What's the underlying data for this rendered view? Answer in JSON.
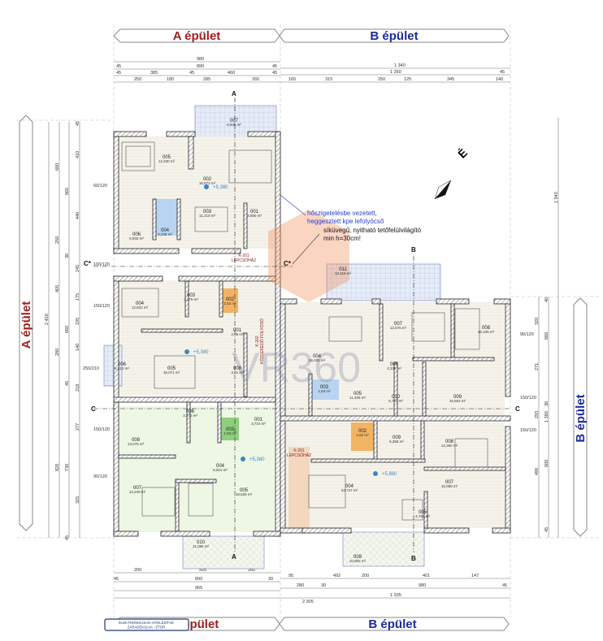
{
  "buildings": {
    "a_label": "A épület",
    "b_label": "B épület"
  },
  "stamp": {
    "line1": "ELEKTRONIKUSAN HITELESÍTVE",
    "line2": "ZÁRADÉKOLVA - ÉTDR"
  },
  "watermark": {
    "text": "VR360"
  },
  "notes": {
    "drain_line1": "hőszigetelésbe vezetett,",
    "drain_line2": "heggesztett kpe lefolyócső",
    "skylight_line1": "síküvegű, nyitható tetőfelülvilágító",
    "skylight_line2": "min h=30cm!"
  },
  "stairs": [
    {
      "code": "K-201",
      "name": "LÉPCSŐHÁZ"
    },
    {
      "code": "K-202",
      "name": "KÖZLEKEDŐ FOLYOSÓ"
    },
    {
      "code": "K-201",
      "name": "LÉPCSŐHÁZ"
    }
  ],
  "sections": {
    "c_star": "C*",
    "c": "C",
    "b": "B",
    "a": "A"
  },
  "elevations": [
    "+5,380",
    "+5,380",
    "+5,380",
    "+5,880"
  ],
  "north": {
    "label": "É"
  },
  "rooms": [
    {
      "no": "007",
      "area": "6,935 m²"
    },
    {
      "no": "005",
      "area": "12,330 m²"
    },
    {
      "no": "002",
      "area": "16,872 m²"
    },
    {
      "no": "003",
      "area": "11,210 m²"
    },
    {
      "no": "001",
      "area": "3,880 m²"
    },
    {
      "no": "006",
      "area": "5,932 m²"
    },
    {
      "no": "004",
      "area": "3,235 m²"
    },
    {
      "no": "004",
      "area": "12,831 m²"
    },
    {
      "no": "003",
      "area": "4,270 m²"
    },
    {
      "no": "002",
      "area": "2,52 m²"
    },
    {
      "no": "001",
      "area": "2,96 m²"
    },
    {
      "no": "006",
      "area": "6,310 m²"
    },
    {
      "no": "005",
      "area": "16,071 m²"
    },
    {
      "no": "008",
      "area": "3,81 m²"
    },
    {
      "no": "011",
      "area": "13,115 m²"
    },
    {
      "no": "004",
      "area": "15,202 m²"
    },
    {
      "no": "007",
      "area": "12,575 m²"
    },
    {
      "no": "008",
      "area": "16,105 m²"
    },
    {
      "no": "006",
      "area": "4,330 m²"
    },
    {
      "no": "005",
      "area": "11,405 m²"
    },
    {
      "no": "010",
      "area": "5,763 m²"
    },
    {
      "no": "009",
      "area": "15,564 m²"
    },
    {
      "no": "003",
      "area": "1,93 m²"
    },
    {
      "no": "008",
      "area": "13,075 m²"
    },
    {
      "no": "006",
      "area": "3,270 m²"
    },
    {
      "no": "003",
      "area": "1,93 m²"
    },
    {
      "no": "001",
      "area": "3,710 m²"
    },
    {
      "no": "004",
      "area": "8,021 m²"
    },
    {
      "no": "007",
      "area": "13,249 m²"
    },
    {
      "no": "005",
      "area": "18,626 m²"
    },
    {
      "no": "010",
      "area": "11,080 m²"
    },
    {
      "no": "009",
      "area": "5,358 m²"
    },
    {
      "no": "008",
      "area": "12,380 m²"
    },
    {
      "no": "007",
      "area": "16,080 m²"
    },
    {
      "no": "004",
      "area": "22,737 m²"
    },
    {
      "no": "005",
      "area": "4,764 m²"
    },
    {
      "no": "009",
      "area": "10,862 m²"
    },
    {
      "no": "002",
      "area": "2,52 m²"
    }
  ],
  "dimensions": {
    "top": [
      "980",
      "45",
      "890",
      "45",
      "45",
      "385",
      "45",
      "460",
      "45",
      "250",
      "180",
      "285",
      "265",
      "1 340",
      "1 260",
      "45",
      "165",
      "315",
      "250",
      "125",
      "345",
      "140"
    ],
    "bottom": [
      "200",
      "505",
      "260",
      "95",
      "492",
      "200",
      "401",
      "147",
      "45",
      "890",
      "30",
      "280",
      "30",
      "980",
      "45",
      "965",
      "1 335",
      "2 305"
    ],
    "left": [
      "2 420",
      "660",
      "250",
      "405",
      "280",
      "820",
      "865",
      "30",
      "660",
      "45",
      "730",
      "45",
      "45",
      "410",
      "440",
      "245",
      "175",
      "195",
      "140",
      "218",
      "277",
      "325"
    ],
    "right": [
      "1 945",
      "1 380",
      "660",
      "30",
      "600",
      "45",
      "40",
      "320",
      "271",
      "293",
      "496"
    ]
  },
  "openings": [
    "60/120",
    "100/120",
    "150/120",
    "250/210",
    "150/120",
    "90/120",
    "90/120",
    "150/120",
    "150/120"
  ]
}
